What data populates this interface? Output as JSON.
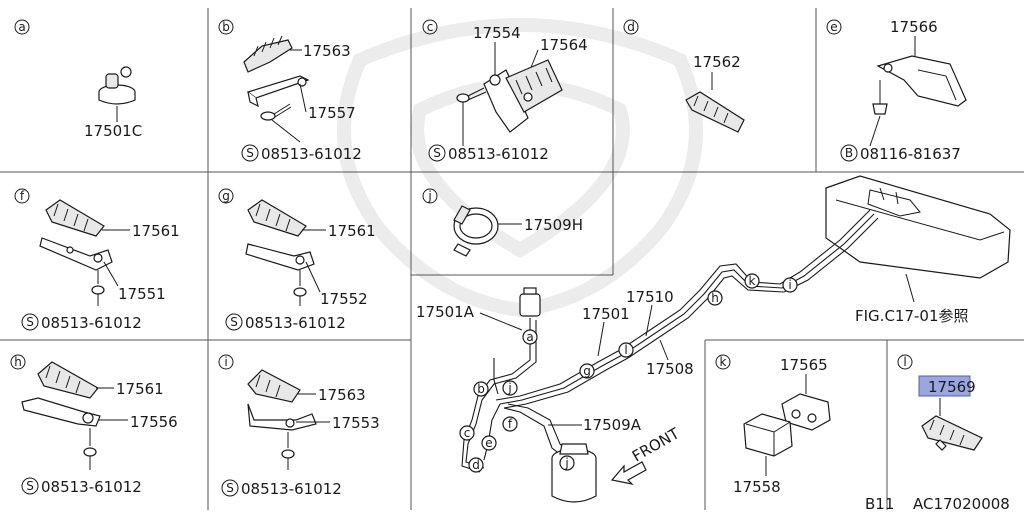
{
  "panels": {
    "a": {
      "letter": "a",
      "parts": [
        "17501C"
      ]
    },
    "b": {
      "letter": "b",
      "parts": [
        "17563",
        "17557"
      ],
      "fastener": "08513-61012",
      "fastener_mark": "S"
    },
    "c": {
      "letter": "c",
      "parts": [
        "17554",
        "17564"
      ],
      "fastener": "08513-61012",
      "fastener_mark": "S"
    },
    "d": {
      "letter": "d",
      "parts": [
        "17562"
      ]
    },
    "e": {
      "letter": "e",
      "parts": [
        "17566"
      ],
      "fastener": "08116-81637",
      "fastener_mark": "B"
    },
    "f": {
      "letter": "f",
      "parts": [
        "17561",
        "17551"
      ],
      "fastener": "08513-61012",
      "fastener_mark": "S"
    },
    "g": {
      "letter": "g",
      "parts": [
        "17561",
        "17552"
      ],
      "fastener": "08513-61012",
      "fastener_mark": "S"
    },
    "j": {
      "letter": "j",
      "parts": [
        "17509H"
      ]
    },
    "h": {
      "letter": "h",
      "parts": [
        "17561",
        "17556"
      ],
      "fastener": "08513-61012",
      "fastener_mark": "S"
    },
    "i": {
      "letter": "i",
      "parts": [
        "17563",
        "17553"
      ],
      "fastener": "08513-61012",
      "fastener_mark": "S"
    },
    "k": {
      "letter": "k",
      "parts": [
        "17565",
        "17558"
      ]
    },
    "l": {
      "letter": "l",
      "parts": [
        "17569"
      ],
      "highlight_color": "#9aa6dc"
    }
  },
  "main": {
    "labels": [
      "17501A",
      "17501",
      "17510",
      "17508",
      "17509A"
    ],
    "fig_ref": "FIG.C17-01参照",
    "front": "FRONT",
    "route_markers": [
      "a",
      "b",
      "c",
      "d",
      "e",
      "f",
      "g",
      "h",
      "i",
      "j",
      "k",
      "l"
    ]
  },
  "footer": {
    "model": "B11",
    "code": "AC17020008"
  }
}
